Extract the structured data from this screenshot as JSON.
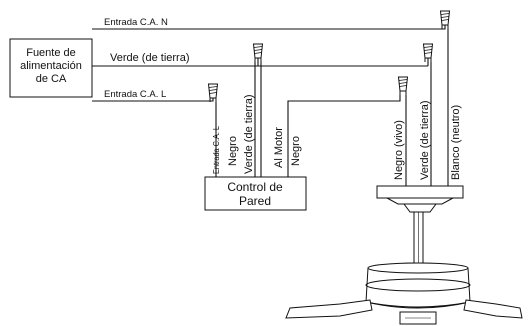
{
  "diagram": {
    "power_source": {
      "line1": "Fuente de",
      "line2": "alimentación",
      "line3": "de CA"
    },
    "wire_labels": {
      "input_n": "Entrada C.A. N",
      "ground": "Verde (de tierra)",
      "input_l": "Entrada C.A. L"
    },
    "wall_control": {
      "line1": "Control de",
      "line2": "Pared",
      "leads": {
        "entrada_l": "Entrada C.A. L",
        "negro": "Negro",
        "verde": "Verde (de tierra)",
        "al_motor": "Al Motor",
        "negro2": "Negro"
      }
    },
    "fan_leads": {
      "negro_vivo": "Negro (vivo)",
      "verde": "Verde (de tierra)",
      "blanco": "Blanco (neutro)"
    }
  }
}
